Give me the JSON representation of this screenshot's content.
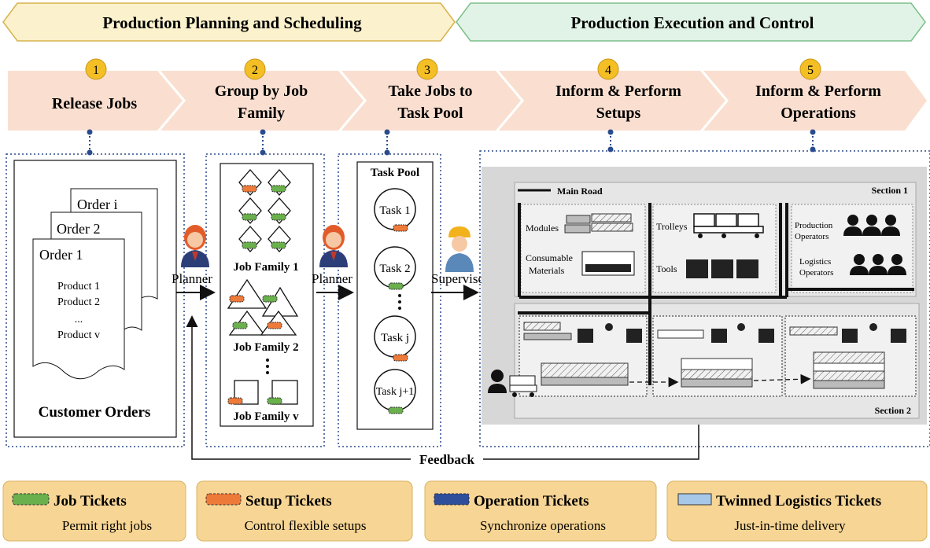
{
  "phases": {
    "planning": "Production Planning and Scheduling",
    "execution": "Production Execution and Control"
  },
  "steps": [
    {
      "num": "1",
      "lines": [
        "Release Jobs"
      ]
    },
    {
      "num": "2",
      "lines": [
        "Group by Job",
        "Family"
      ]
    },
    {
      "num": "3",
      "lines": [
        "Take Jobs to",
        "Task Pool"
      ]
    },
    {
      "num": "4",
      "lines": [
        "Inform & Perform",
        "Setups"
      ]
    },
    {
      "num": "5",
      "lines": [
        "Inform & Perform",
        "Operations"
      ]
    }
  ],
  "orders": {
    "order_i": "Order i",
    "order_2": "Order 2",
    "order_1": "Order 1",
    "products": [
      "Product 1",
      "Product 2",
      "...",
      "Product v"
    ],
    "caption": "Customer Orders"
  },
  "job_families": [
    "Job Family 1",
    "Job Family 2",
    "Job Family v"
  ],
  "task_pool": {
    "title": "Task Pool",
    "tasks": [
      "Task 1",
      "Task 2",
      "Task j",
      "Task j+1"
    ]
  },
  "actors": {
    "planner": "Planner",
    "supervisor": "Supervisor"
  },
  "shopfloor": {
    "main_road": "Main Road",
    "section1": "Section 1",
    "section2": "Section 2",
    "modules": "Modules",
    "consumable_1": "Consumable",
    "consumable_2": "Materials",
    "trolleys": "Trolleys",
    "tools": "Tools",
    "production_1": "Production",
    "production_2": "Operators",
    "logistics_1": "Logistics",
    "logistics_2": "Operators"
  },
  "feedback": "Feedback",
  "legend": [
    {
      "title": "Job Tickets",
      "desc": "Permit right jobs",
      "color": "#6ab04c"
    },
    {
      "title": "Setup Tickets",
      "desc": "Control flexible setups",
      "color": "#ee7a3a"
    },
    {
      "title": "Operation Tickets",
      "desc": "Synchronize operations",
      "color": "#2e4d9b"
    },
    {
      "title": "Twinned Logistics Tickets",
      "desc": "Just-in-time delivery",
      "color": "#a8c8ea"
    }
  ],
  "colors": {
    "planning_bg": "#fbf1cc",
    "execution_bg": "#e1f3e6",
    "step_band": "#fadfd0",
    "step_badge": "#f4bf24",
    "legend_bg": "#f7d594",
    "dot_blue": "#2b4c8c",
    "shopfloor_bg": "#d7d7d7"
  }
}
